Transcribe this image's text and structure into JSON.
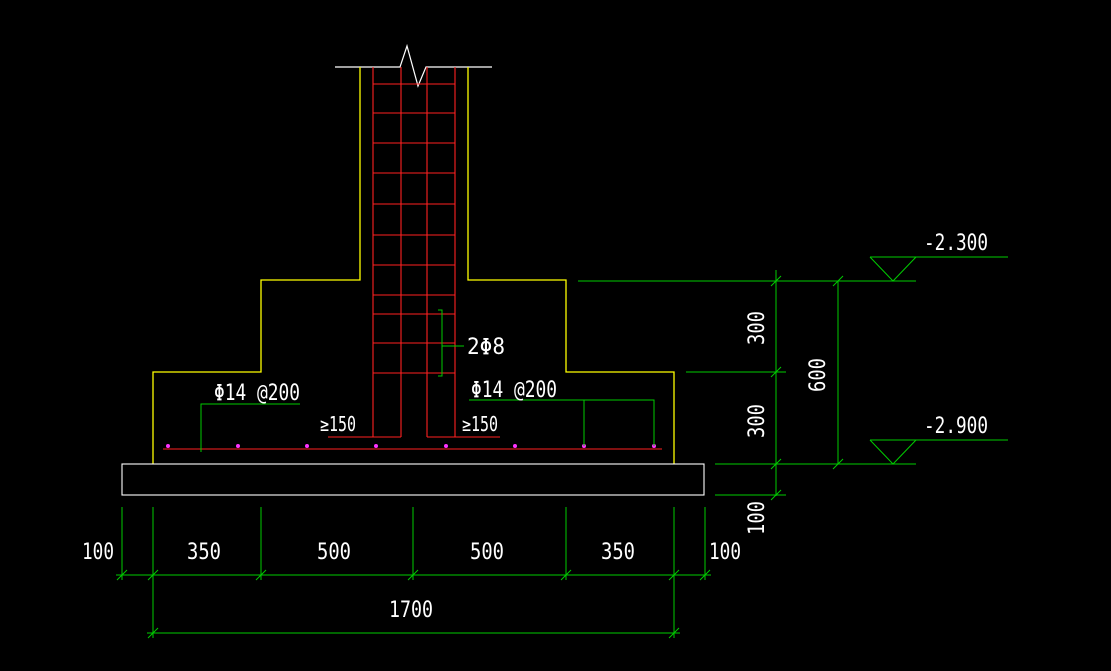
{
  "colors": {
    "background": "#000000",
    "outline": "#ffff00",
    "rebar": "#ff2020",
    "dimension": "#00cc00",
    "text": "#ffffff",
    "pad": "#ffffff",
    "rebar_dot": "#ff33ff"
  },
  "labels": {
    "elev_top": "-2.300",
    "elev_bottom": "-2.900",
    "rebar_column": "2Φ8",
    "rebar_left": "Φ14 @200",
    "rebar_right": "Φ14 @200",
    "hook_left": "≥150",
    "hook_right": "≥150"
  },
  "dims_vertical": {
    "upper_step": "300",
    "lower_step": "300",
    "total": "600",
    "pad": "100"
  },
  "dims_horizontal": {
    "seg1": "100",
    "seg2": "350",
    "seg3": "500",
    "seg4": "500",
    "seg5": "350",
    "seg6": "100",
    "overall": "1700"
  }
}
